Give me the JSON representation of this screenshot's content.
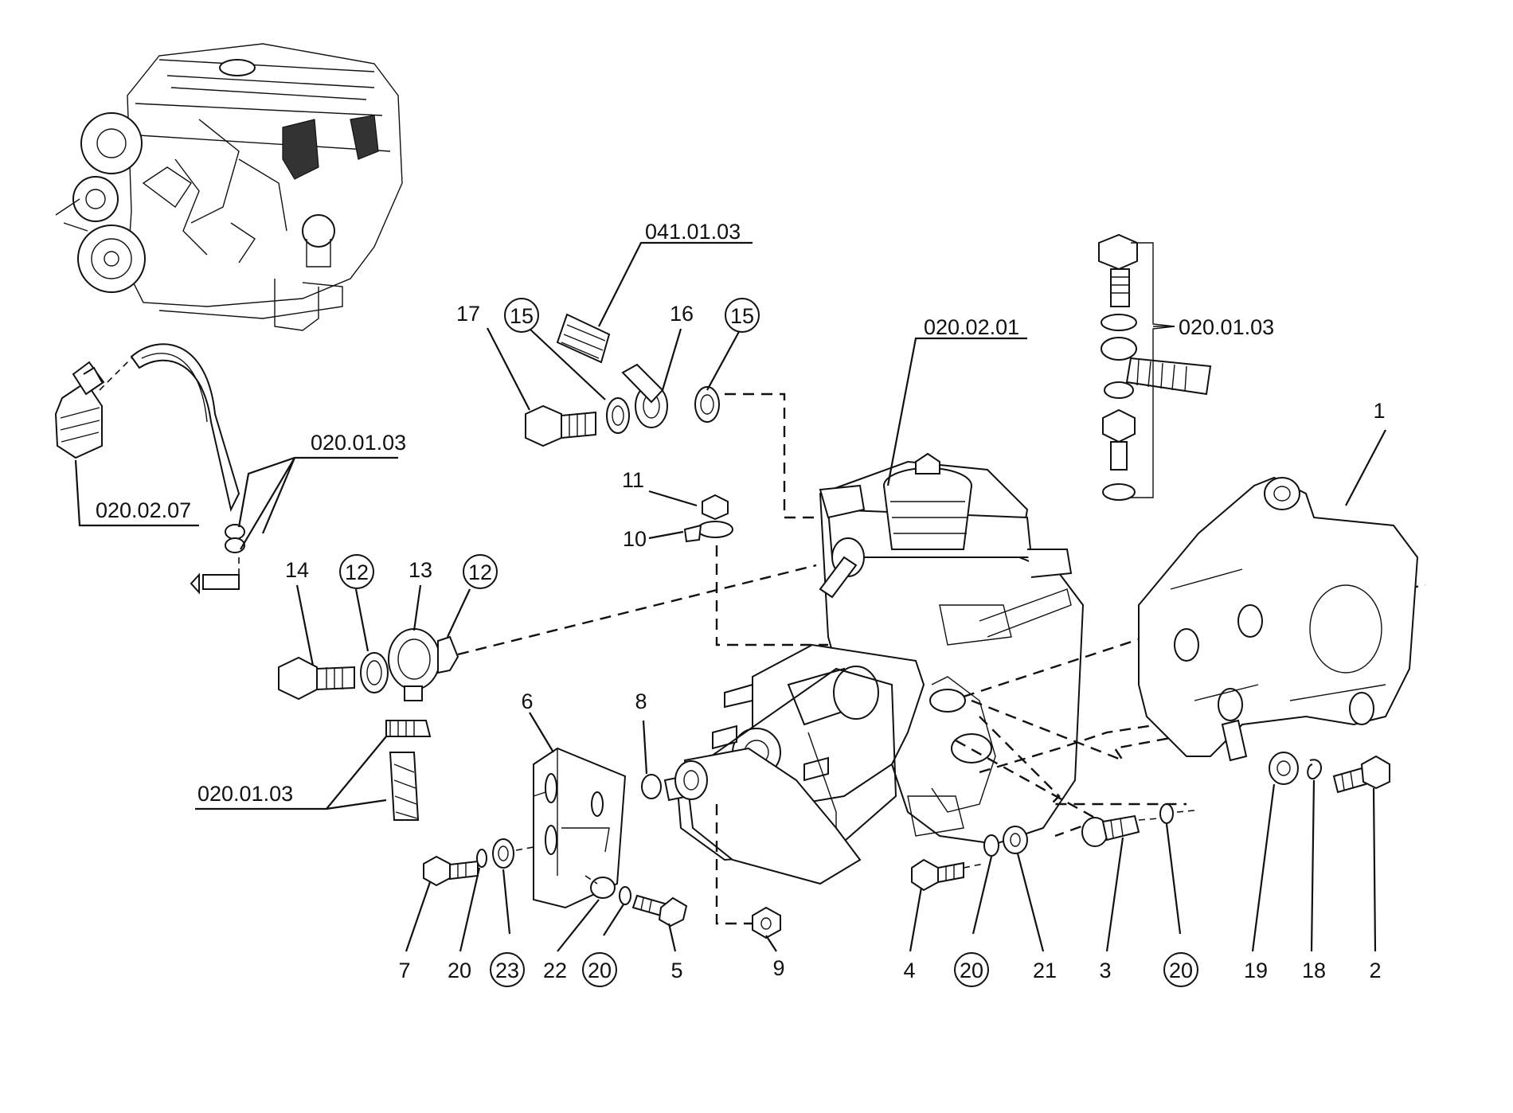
{
  "diagram": {
    "part_numbers": {
      "p1": "1",
      "p2": "2",
      "p3": "3",
      "p4": "4",
      "p5": "5",
      "p6": "6",
      "p7": "7",
      "p8": "8",
      "p9": "9",
      "p10": "10",
      "p11": "11",
      "p13": "13",
      "p14": "14",
      "p16": "16",
      "p17": "17",
      "p18": "18",
      "p19": "19",
      "p20a": "20",
      "p21": "21",
      "p22": "22"
    },
    "circled_numbers": {
      "c12a": "12",
      "c12b": "12",
      "c15a": "15",
      "c15b": "15",
      "c20a": "20",
      "c20b": "20",
      "c20c": "20",
      "c23": "23"
    },
    "references": {
      "r04101031": "041.01.03",
      "r02002011": "020.02.01",
      "r02001031": "020.01.03",
      "r02001032": "020.01.03",
      "r02001033": "020.01.03",
      "r02002071": "020.02.07"
    }
  }
}
